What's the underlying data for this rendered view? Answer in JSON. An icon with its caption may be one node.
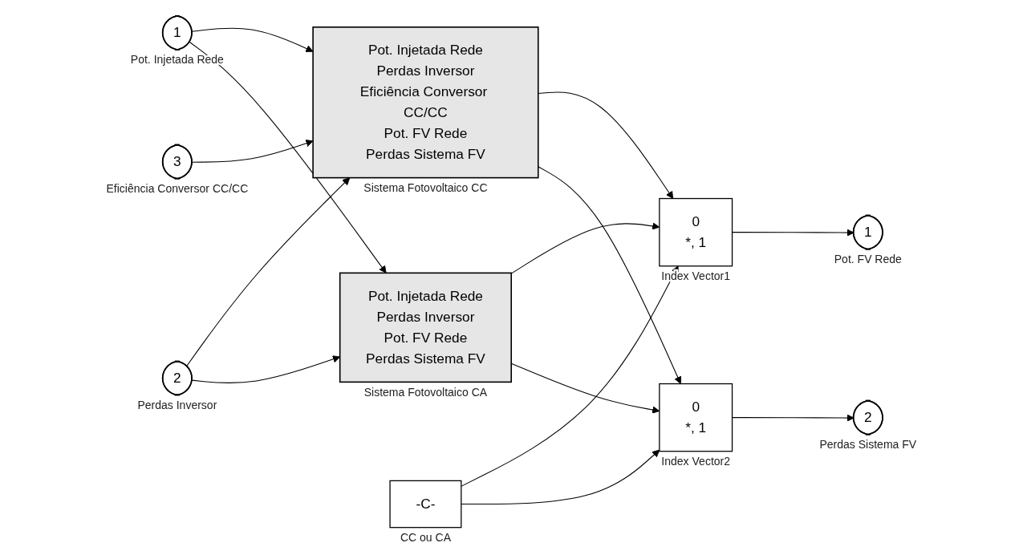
{
  "diagram": {
    "nodes": [
      {
        "text": [
          "3"
        ],
        "beside": [
          "Eficiência Conversor CC/CC"
        ]
      },
      {
        "text": [
          "1"
        ],
        "beside": [
          "Pot. Injetada Rede"
        ]
      },
      {
        "text": [
          "2"
        ],
        "beside": [
          "Perdas Inversor"
        ]
      },
      {
        "text": [
          "Pot. Injetada Rede",
          "Perdas Inversor",
          "Eficiência Conversor CC/CC",
          "Pot. FV Rede",
          "Perdas Sistema FV"
        ],
        "beside": [
          "Sistema Fotovoltaico CC"
        ]
      },
      {
        "text": [
          "Pot. Injetada Rede",
          "Perdas Inversor",
          "Pot. FV Rede",
          "Perdas Sistema FV"
        ],
        "beside": [
          "Sistema Fotovoltaico CA"
        ]
      },
      {
        "text": [
          "-C-"
        ],
        "beside": [
          "CC ou CA"
        ]
      },
      {
        "text": [
          "0",
          "*, 1"
        ],
        "beside": [
          "Index Vector1"
        ]
      },
      {
        "text": [
          "0",
          "*, 1"
        ],
        "beside": [
          "Index Vector2"
        ]
      },
      {
        "text": [
          "1"
        ],
        "beside": [
          "Pot. FV Rede"
        ]
      },
      {
        "text": [
          "2"
        ],
        "beside": [
          "Perdas Sistema FV"
        ]
      }
    ],
    "edges": [
      {
        "from": 1,
        "to": 3,
        "arrow": "to"
      },
      {
        "from": 1,
        "to": 4,
        "arrow": "to"
      },
      {
        "from": 2,
        "to": 3,
        "arrow": "to"
      },
      {
        "from": 2,
        "to": 4,
        "arrow": "to"
      },
      {
        "from": 0,
        "to": 3,
        "arrow": "to"
      },
      {
        "from": 5,
        "to": 6,
        "arrow": "to"
      },
      {
        "from": 5,
        "to": 7,
        "arrow": "to"
      },
      {
        "from": 3,
        "to": 6,
        "arrow": "to"
      },
      {
        "from": 3,
        "to": 7,
        "arrow": "to"
      },
      {
        "from": 4,
        "to": 6,
        "arrow": "to"
      },
      {
        "from": 4,
        "to": 7,
        "arrow": "to"
      },
      {
        "from": 6,
        "to": 8,
        "arrow": "to"
      },
      {
        "from": 7,
        "to": 9,
        "arrow": "to"
      }
    ]
  }
}
